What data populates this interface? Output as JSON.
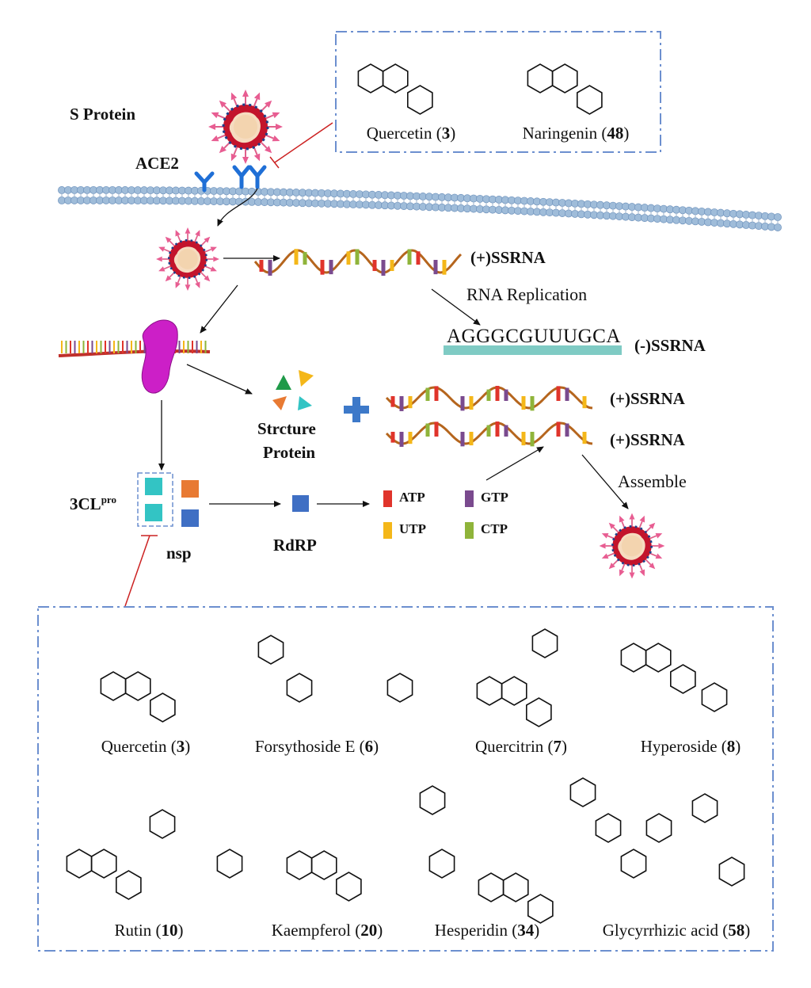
{
  "labels": {
    "s_protein": "S Protein",
    "ace2": "ACE2",
    "plus_ssrna_1": "(+)SSRNA",
    "rna_replication": "RNA Replication",
    "minus_sequence": "AGGGCGUUUGCA",
    "minus_ssrna": "(-)SSRNA",
    "plus_ssrna_2": "(+)SSRNA",
    "plus_ssrna_3": "(+)SSRNA",
    "structure_protein_line1": "Strcture",
    "structure_protein_line2": "Protein",
    "cl_pro_main": "3CL",
    "cl_pro_sup": "pro",
    "nsp": "nsp",
    "rdrp": "RdRP",
    "assemble": "Assemble"
  },
  "nucleotides": [
    {
      "name": "ATP",
      "color": "#e0342b"
    },
    {
      "name": "GTP",
      "color": "#7a4a8e"
    },
    {
      "name": "UTP",
      "color": "#f4b719"
    },
    {
      "name": "CTP",
      "color": "#8fb43a"
    }
  ],
  "colors": {
    "membrane": "#9fbcd9",
    "membrane_stroke": "#6f93bd",
    "receptor": "#1f6fd6",
    "inhibition_line": "#cc2222",
    "box_border": "#6c8fcf",
    "rna_strand": "#b5651d",
    "mrna_strand": "#c0302b",
    "ribosome": "#cc1fc7",
    "minus_bar": "#7fcbc4",
    "plus_sign": "#3d79c9",
    "nsp_cyan": "#33c4c4",
    "nsp_orange": "#e87a33",
    "nsp_blue": "#3f6fc4"
  },
  "icons": [
    "virus-icon",
    "receptor-icon",
    "ribosome-icon",
    "structure-protein-icon",
    "plus-icon"
  ],
  "top_box": {
    "compounds": [
      {
        "name": "Quercetin",
        "id": "3"
      },
      {
        "name": "Naringenin",
        "id": "48"
      }
    ]
  },
  "bottom_box": {
    "compounds": [
      {
        "name": "Quercetin",
        "id": "3"
      },
      {
        "name": "Forsythoside E",
        "id": "6"
      },
      {
        "name": "Quercitrin",
        "id": "7"
      },
      {
        "name": "Hyperoside",
        "id": "8"
      },
      {
        "name": "Rutin",
        "id": "10"
      },
      {
        "name": "Kaempferol",
        "id": "20"
      },
      {
        "name": "Hesperidin",
        "id": "34"
      },
      {
        "name": "Glycyrrhizic acid",
        "id": "58"
      }
    ]
  }
}
